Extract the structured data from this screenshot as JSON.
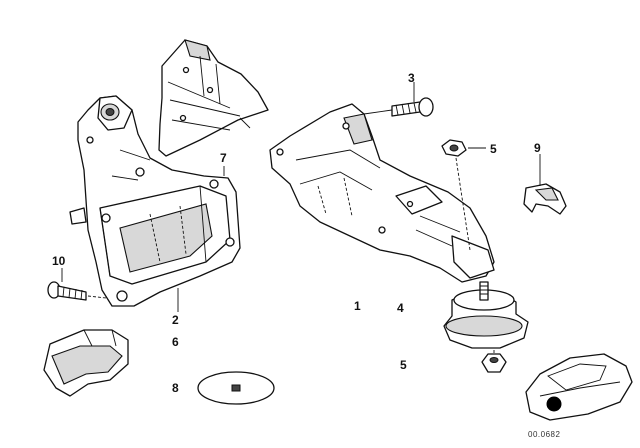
{
  "labels": {
    "l1": "1",
    "l2": "2",
    "l3": "3",
    "l4": "4",
    "l5a": "5",
    "l5b": "5",
    "l6": "6",
    "l7": "7",
    "l8": "8",
    "l9": "9",
    "l10": "10"
  },
  "drawing_code": "00.0682"
}
